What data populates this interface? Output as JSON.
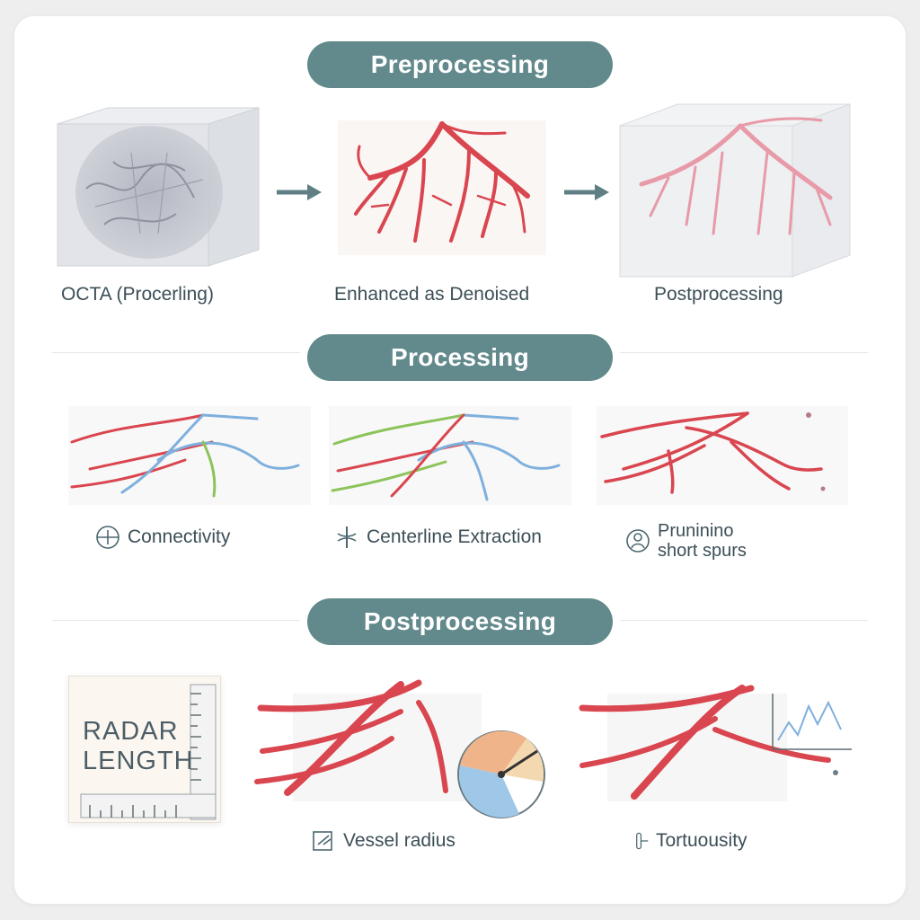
{
  "sections": {
    "preprocessing": "Preprocessing",
    "processing": "Processing",
    "postprocessing": "Postprocessing"
  },
  "row1": {
    "octa": "OCTA (Procerling)",
    "enhanced": "Enhanced as Denoised",
    "post": "Postprocessing"
  },
  "row2": {
    "connectivity": "Connectivity",
    "centerline": "Centerline Extraction",
    "pruning_line1": "Pruninino",
    "pruning_line2": "short spurs"
  },
  "row3": {
    "radar_line1": "RADAR",
    "radar_line2": "LENGTH",
    "vessel_radius": "Vessel radius",
    "tortuosity": "Tortuousity"
  },
  "colors": {
    "pill": "#62898c",
    "vessel": "#d9464f",
    "vessel_light": "#e89aa8",
    "centerline_blue": "#7fb0dd",
    "centerline_green": "#8cc35a",
    "text": "#3c4f57"
  },
  "icons": [
    "arrow-right-icon",
    "connectivity-icon",
    "centerline-icon",
    "pruning-icon",
    "vessel-radius-icon",
    "tortuosity-icon",
    "ruler-icon",
    "gauge-icon",
    "line-chart-icon"
  ]
}
